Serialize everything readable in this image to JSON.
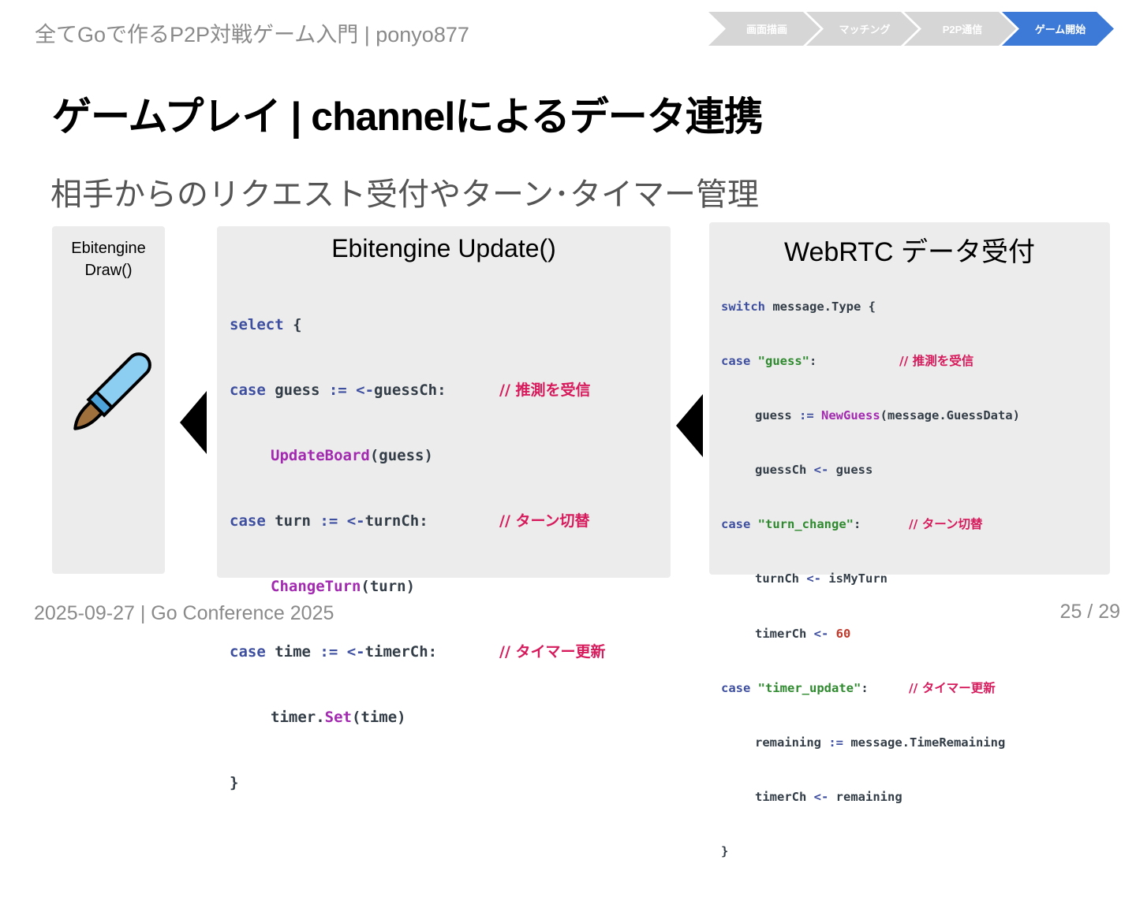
{
  "header": {
    "title": "全てGoで作るP2P対戦ゲーム入門 | ponyo877"
  },
  "breadcrumb": [
    {
      "label": "画面描画",
      "active": false
    },
    {
      "label": "マッチング",
      "active": false
    },
    {
      "label": "P2P通信",
      "active": false
    },
    {
      "label": "ゲーム開始",
      "active": true
    }
  ],
  "colors": {
    "accent": "#3d7ad8",
    "inactive_step": "#d6d6d6",
    "panel_bg": "#ececec",
    "keyword": "#3e4fa0",
    "function": "#a229b0",
    "string": "#2f8a2f",
    "number": "#c0392b",
    "comment": "#d61a5b"
  },
  "slide": {
    "title": "ゲームプレイ | channelによるデータ連携",
    "subtitle": "相手からのリクエスト受付やターン･タイマー管理"
  },
  "draw_panel": {
    "label": "Ebitengine\nDraw()",
    "icon": "paintbrush-icon"
  },
  "update_panel": {
    "heading": "Ebitengine Update()",
    "code": {
      "l1": {
        "kw": "select",
        "rest": " {"
      },
      "l2": {
        "kw": "case",
        "a": " guess ",
        "op": ":= <-",
        "b": "guessCh:",
        "cm": "// 推測を受信"
      },
      "l3": {
        "fn": "UpdateBoard",
        "rest": "(guess)"
      },
      "l4": {
        "kw": "case",
        "a": " turn ",
        "op": ":= <-",
        "b": "turnCh:",
        "cm": "// ターン切替"
      },
      "l5": {
        "fn": "ChangeTurn",
        "rest": "(turn)"
      },
      "l6": {
        "kw": "case",
        "a": " time ",
        "op": ":= <-",
        "b": "timerCh:",
        "cm": "// タイマー更新"
      },
      "l7": {
        "pre": "timer.",
        "fn": "Set",
        "rest": "(time)"
      },
      "l8": {
        "rest": "}"
      }
    }
  },
  "webrtc_panel": {
    "heading": "WebRTC データ受付",
    "code": {
      "l1": {
        "kw": "switch",
        "rest": " message.Type {"
      },
      "l2": {
        "kw": "case",
        "str": "\"guess\"",
        "colon": ":",
        "cm": "// 推測を受信"
      },
      "l3": {
        "a": "guess ",
        "op": ":=",
        "sp": " ",
        "fn": "NewGuess",
        "rest": "(message.GuessData)"
      },
      "l4": {
        "a": "guessCh ",
        "op": "<-",
        "rest": " guess"
      },
      "l5": {
        "kw": "case",
        "str": "\"turn_change\"",
        "colon": ":",
        "cm": "// ターン切替"
      },
      "l6": {
        "a": "turnCh ",
        "op": "<-",
        "rest": " isMyTurn"
      },
      "l7": {
        "a": "timerCh ",
        "op": "<-",
        "sp": " ",
        "num": "60"
      },
      "l8": {
        "kw": "case",
        "str": "\"timer_update\"",
        "colon": ":",
        "cm": "// タイマー更新"
      },
      "l9": {
        "a": "remaining ",
        "op": ":=",
        "rest": " message.TimeRemaining"
      },
      "l10": {
        "a": "timerCh ",
        "op": "<-",
        "rest": " remaining"
      },
      "l11": {
        "rest": "}"
      }
    }
  },
  "footer": {
    "left": "2025-09-27 | Go Conference 2025",
    "page": "25 / 29"
  }
}
